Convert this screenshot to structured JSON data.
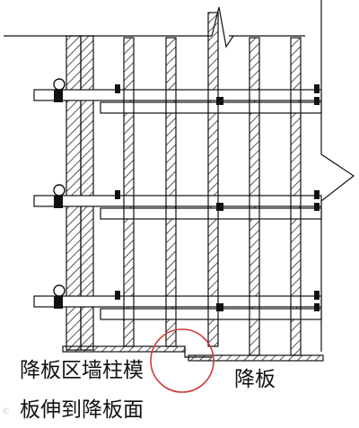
{
  "annotations": {
    "left_line1": "降板区墙柱模",
    "left_line2": "板伸到降板面",
    "right": "降板"
  },
  "watermark": "©",
  "colors": {
    "line": "#111111",
    "highlight_circle": "#d23a3a"
  }
}
